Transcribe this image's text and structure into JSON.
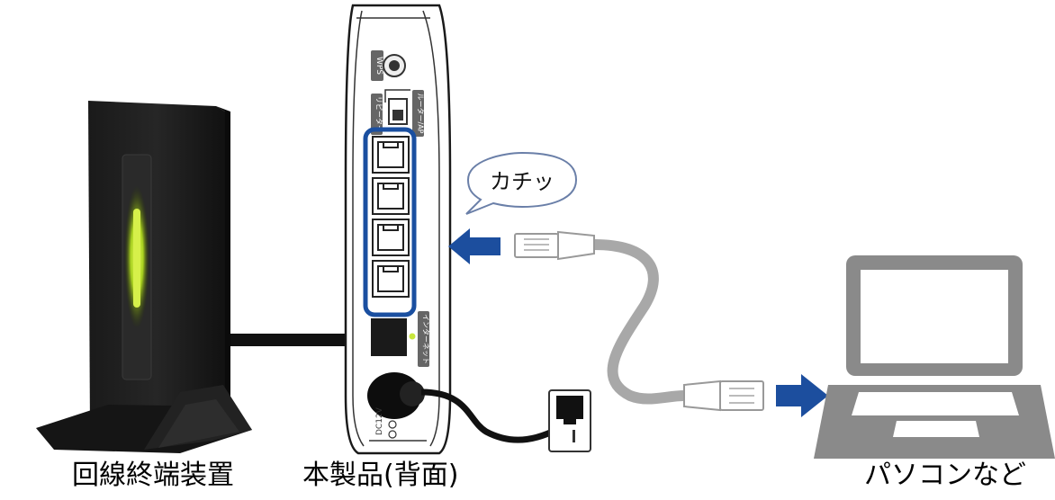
{
  "labels": {
    "onu": "回線終端装置",
    "router": "本製品(背面)",
    "pc": "パソコンなど",
    "speech": "カチッ"
  },
  "router_panel": {
    "wps": "WPS",
    "mode_repeater": "リピーター",
    "mode_router_ap": "ルーター/AP",
    "internet": "インターネット",
    "dc": "DC12V"
  },
  "colors": {
    "highlight": "#1a4fa0",
    "arrow": "#1c4e9e",
    "cable_gray": "#a8a8a8",
    "laptop_gray": "#8a8a8a",
    "onu_led": "#c8e63c"
  },
  "icons": [
    "onu-device",
    "router-back-panel",
    "lan-port",
    "wall-outlet",
    "ethernet-cable",
    "arrow-right",
    "arrow-left",
    "laptop-icon",
    "speech-bubble"
  ]
}
